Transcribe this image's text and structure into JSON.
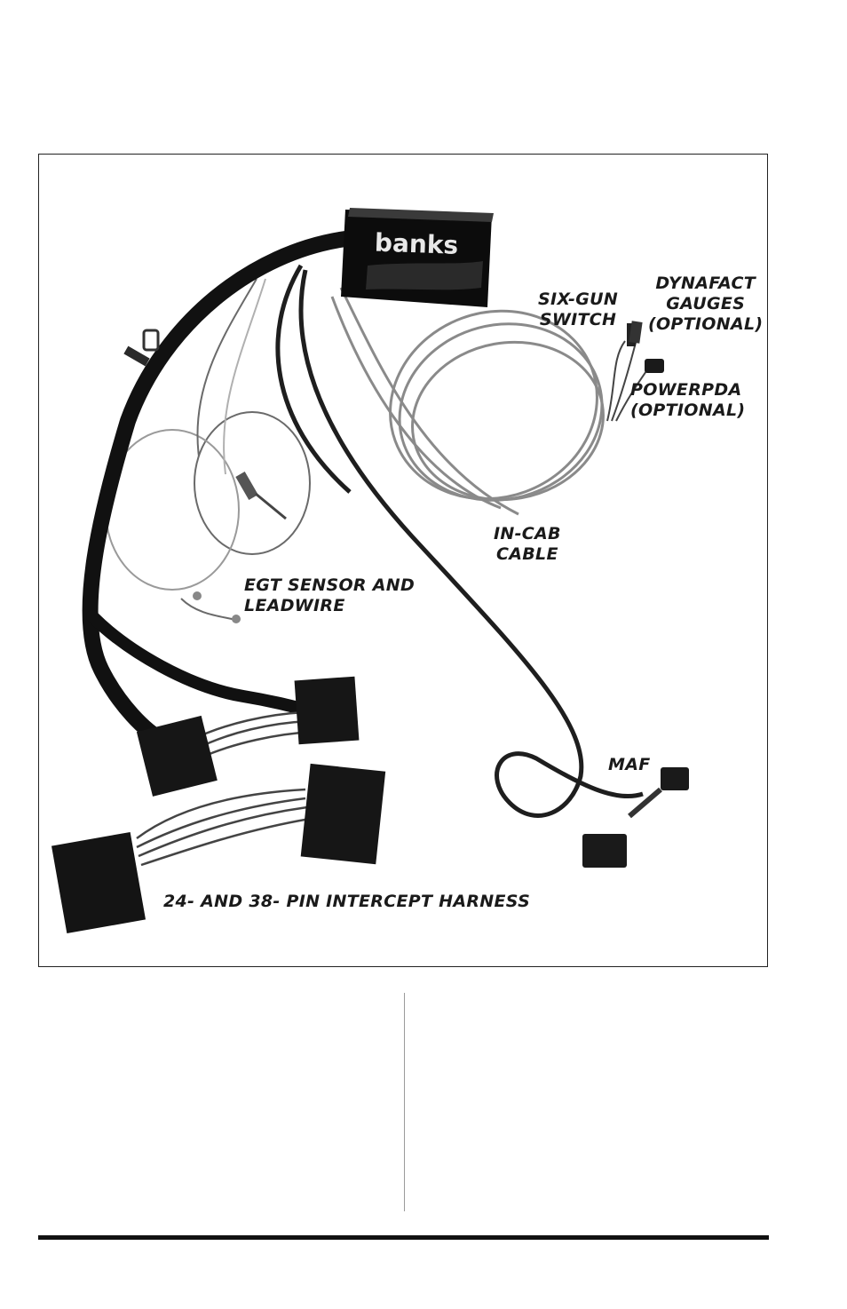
{
  "figure": {
    "logo_text": "banks",
    "labels": {
      "six_gun_line1": "SIX-GUN",
      "six_gun_line2": "SWITCH",
      "dynafact_line1": "DYNAFACT",
      "dynafact_line2": "GAUGES",
      "dynafact_line3": "(OPTIONAL)",
      "powerpda_line1": "POWERPDA",
      "powerpda_line2": "(OPTIONAL)",
      "incab_line1": "IN-CAB",
      "incab_line2": "CABLE",
      "egt_line1": "EGT SENSOR AND",
      "egt_line2": "LEADWIRE",
      "maf": "MAF",
      "harness": "24- AND 38- PIN INTERCEPT HARNESS"
    }
  }
}
